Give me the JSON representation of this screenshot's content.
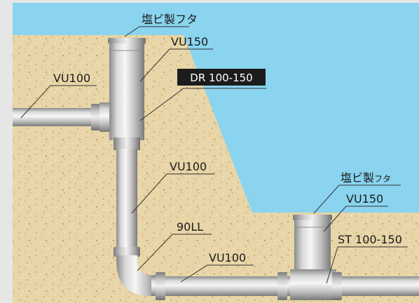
{
  "labels": {
    "cap_top": "塩ビ製フタ",
    "vu150_top": "VU150",
    "vu100_left": "VU100",
    "dr": "DR 100-150",
    "vu100_mid": "VU100",
    "elbow": "90LL",
    "vu100_bottom": "VU100",
    "cap_right_main": "塩ビ製",
    "cap_right_small": "フタ",
    "vu150_right": "VU150",
    "st": "ST 100-150"
  },
  "colors": {
    "background": "#e6e6e6",
    "water": "#8ad4f0",
    "soil": "#e8d6a8",
    "pipe_light": "#f1f1f1",
    "pipe_mid": "#b9b9b9",
    "pipe_dark": "#7f7f7f",
    "label_highlight_bg": "#1c1c1c",
    "label_highlight_text": "#ffffff"
  }
}
